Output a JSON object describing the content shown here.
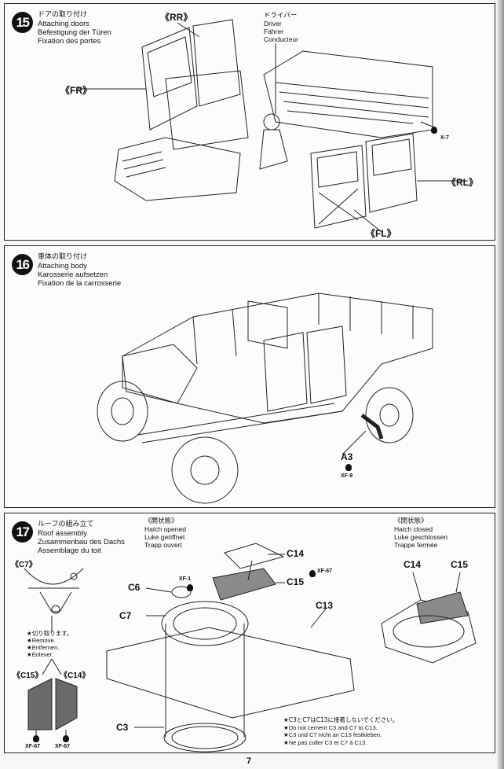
{
  "page": {
    "number": "7"
  },
  "steps": [
    {
      "number": "15",
      "title_jp": "ドアの取り付け",
      "title_en": "Attaching doors",
      "title_de": "Befestigung der Türen",
      "title_fr": "Fixation des portes",
      "labels": {
        "rr": "《RR》",
        "fr": "《FR》",
        "rl": "《RL》",
        "fl": "《FL》",
        "driver_jp": "ドライバー",
        "driver_en": "Driver",
        "driver_de": "Fahrer",
        "driver_fr": "Conducteur",
        "paint": "X-7"
      }
    },
    {
      "number": "16",
      "title_jp": "車体の取り付け",
      "title_en": "Attaching body",
      "title_de": "Karosserie aufsetzen",
      "title_fr": "Fixation de la carrosserie",
      "labels": {
        "part": "A3",
        "paint": "XF-9"
      }
    },
    {
      "number": "17",
      "title_jp": "ルーフの組み立て",
      "title_en": "Roof assembly",
      "title_de": "Zusammenbau des Dachs",
      "title_fr": "Assemblage du toit",
      "hatch_open": {
        "jp": "《開状態》",
        "en": "Hatch opened",
        "de": "Luke geöffnet",
        "fr": "Trapp ouvert"
      },
      "hatch_closed": {
        "jp": "《閉状態》",
        "en": "Hatch closed",
        "de": "Luke geschlossen",
        "fr": "Trappe fermée"
      },
      "detail_labels": {
        "c7": "《C7》",
        "c15": "《C15》",
        "c14": "《C14》",
        "paint_left": "XF-67",
        "paint_right": "XF-67"
      },
      "remove_note": [
        "★切り取ります。",
        "★Remove.",
        "★Entfernen.",
        "★Enlever."
      ],
      "parts": {
        "c14": "C14",
        "c15": "C15",
        "c6": "C6",
        "c7": "C7",
        "c13": "C13",
        "c3": "C3",
        "closed_c14": "C14",
        "closed_c15": "C15"
      },
      "paints": {
        "c6": "XF-1",
        "c15": "XF-67"
      },
      "cement_note": [
        "★C3とC7はC13に接着しないでください。",
        "★Do not cement C3 and C7 to C13.",
        "★C3 und C7 nicht an C13 festkleben.",
        "★Ne pas coller C3 et C7 à C13."
      ]
    }
  ]
}
